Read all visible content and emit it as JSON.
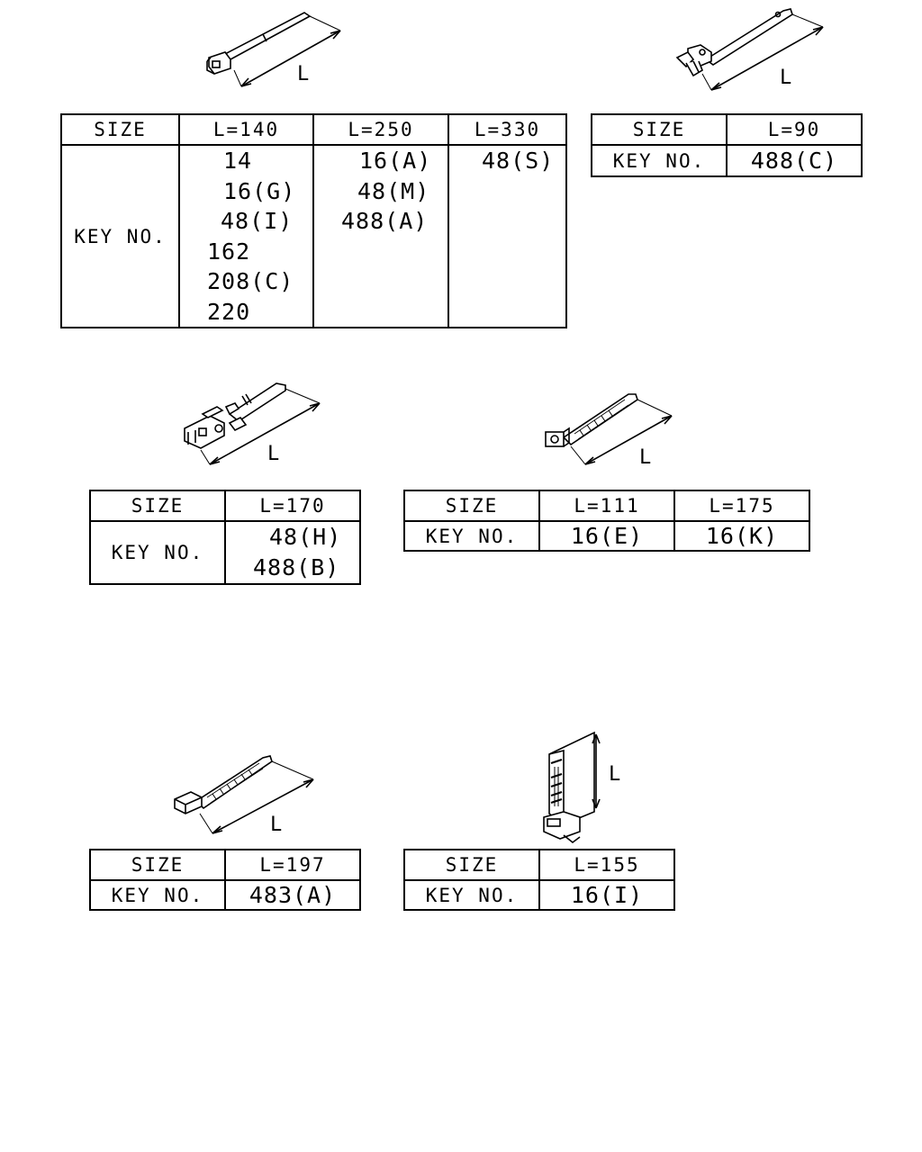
{
  "figures": [
    {
      "id": "tie-1",
      "dimension_label": "L",
      "table": {
        "size_label": "SIZE",
        "key_label": "KEY NO.",
        "columns": [
          {
            "size": "L=140",
            "keys": [
              "14",
              "16(G)",
              "48(I)",
              "162",
              "208(C)",
              "220"
            ]
          },
          {
            "size": "L=250",
            "keys": [
              "16(A)",
              "48(M)",
              "488(A)"
            ]
          },
          {
            "size": "L=330",
            "keys": [
              "48(S)"
            ]
          }
        ]
      }
    },
    {
      "id": "tie-2",
      "dimension_label": "L",
      "table": {
        "size_label": "SIZE",
        "key_label": "KEY NO.",
        "columns": [
          {
            "size": "L=90",
            "keys": [
              "488(C)"
            ]
          }
        ]
      }
    },
    {
      "id": "tie-3",
      "dimension_label": "L",
      "table": {
        "size_label": "SIZE",
        "key_label": "KEY NO.",
        "columns": [
          {
            "size": "L=170",
            "keys": [
              "48(H)",
              "488(B)"
            ]
          }
        ]
      }
    },
    {
      "id": "tie-4",
      "dimension_label": "L",
      "table": {
        "size_label": "SIZE",
        "key_label": "KEY NO.",
        "columns": [
          {
            "size": "L=111",
            "keys": [
              "16(E)"
            ]
          },
          {
            "size": "L=175",
            "keys": [
              "16(K)"
            ]
          }
        ]
      }
    },
    {
      "id": "tie-5",
      "dimension_label": "L",
      "table": {
        "size_label": "SIZE",
        "key_label": "KEY NO.",
        "columns": [
          {
            "size": "L=197",
            "keys": [
              "483(A)"
            ]
          }
        ]
      }
    },
    {
      "id": "tie-6",
      "dimension_label": "L",
      "table": {
        "size_label": "SIZE",
        "key_label": "KEY NO.",
        "columns": [
          {
            "size": "L=155",
            "keys": [
              "16(I)"
            ]
          }
        ]
      }
    }
  ]
}
